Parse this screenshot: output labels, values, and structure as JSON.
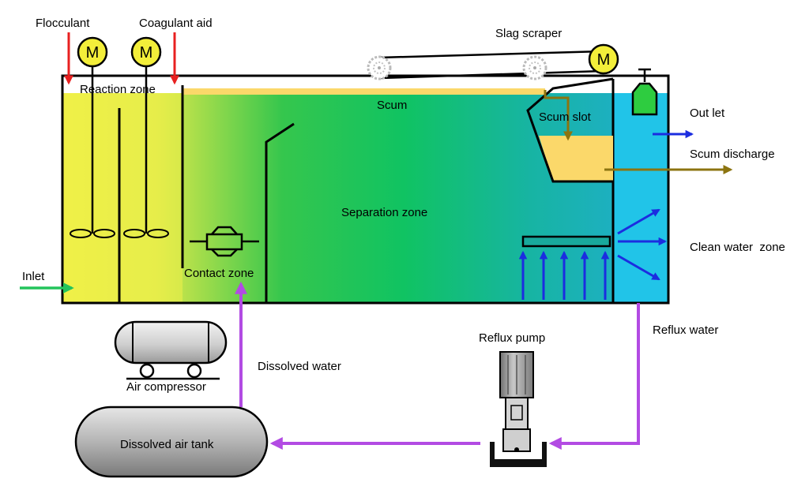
{
  "labels": {
    "flocculant": "Flocculant",
    "coagulant_aid": "Coagulant aid",
    "slag_scraper": "Slag scraper",
    "reaction_zone": "Reaction zone",
    "scum": "Scum",
    "scum_slot": "Scum slot",
    "out_let": "Out let",
    "scum_discharge": "Scum discharge",
    "separation_zone": "Separation zone",
    "clean_water_zone": "Clean water  zone",
    "inlet": "Inlet",
    "contact_zone": "Contact zone",
    "reflux_water": "Reflux water",
    "reflux_pump": "Reflux pump",
    "dissolved_water": "Dissolved water",
    "air_compressor": "Air compressor",
    "dissolved_air_tank": "Dissolved air tank",
    "motor": "M"
  },
  "colors": {
    "reaction_yellow": "#eef04a",
    "separation_green": "#1fc85a",
    "teal": "#19b6a8",
    "clean_water_blue": "#21c4e8",
    "scum_fill": "#fbd86a",
    "motor_yellow": "#f3ee3a",
    "scum_flow_olive": "#8c7410",
    "air_pipe_purple": "#b24be3",
    "clean_arrow_blue": "#1b2de0",
    "inlet_green": "#23c45c",
    "chemical_red": "#e82020",
    "valve_green": "#2ecc40"
  }
}
